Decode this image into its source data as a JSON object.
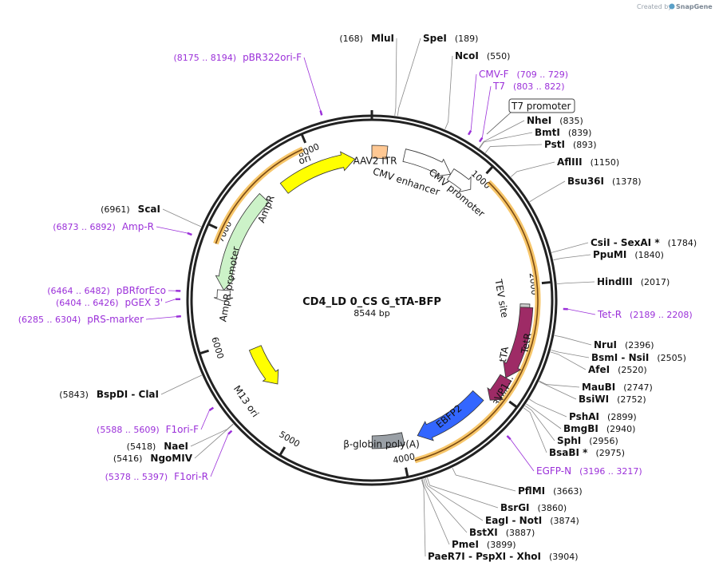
{
  "credit": {
    "prefix": "Created by",
    "brand": "SnapGene"
  },
  "plasmid": {
    "name": "CD4_LD 0_CS G_tTA-BFP",
    "length_label": "8544 bp"
  },
  "colors": {
    "primer": "#9b30d9",
    "backbone": "#222222",
    "tta_band": "#f2a900"
  },
  "ticks": [
    {
      "label": "1000"
    },
    {
      "label": "2000"
    },
    {
      "label": "3000"
    },
    {
      "label": "4000"
    },
    {
      "label": "5000"
    },
    {
      "label": "6000"
    },
    {
      "label": "7000"
    },
    {
      "label": "8000"
    }
  ],
  "features": [
    {
      "label": "ori",
      "color": "#ffff00"
    },
    {
      "label": "AAV2 ITR",
      "color": "#ffc893"
    },
    {
      "label": "CMV enhancer",
      "color": "#ffffff"
    },
    {
      "label": "CMV promoter",
      "color": "#ffffff"
    },
    {
      "label": "AmpR",
      "color": "#ccf2c8"
    },
    {
      "label": "AmpR promoter",
      "color": "#ffffff"
    },
    {
      "label": "TEV site",
      "color": "#cccccc"
    },
    {
      "label": "TetR",
      "color": "#9e2b66"
    },
    {
      "label": "VP1...",
      "color": "#9e2b66"
    },
    {
      "label": "tTA",
      "color": "#f2a900"
    },
    {
      "label": "EBFP2",
      "color": "#3366ff"
    },
    {
      "label": "β-globin poly(A)",
      "color": "#9aa0a6"
    },
    {
      "label": "M13 ori",
      "color": "#ffff00"
    }
  ],
  "sites": [
    {
      "name": "MluI",
      "pos": "(168)"
    },
    {
      "name": "SpeI",
      "pos": "(189)"
    },
    {
      "name": "NcoI",
      "pos": "(550)"
    },
    {
      "name": "NheI",
      "pos": "(835)"
    },
    {
      "name": "BmtI",
      "pos": "(839)"
    },
    {
      "name": "PstI",
      "pos": "(893)"
    },
    {
      "name": "AflIII",
      "pos": "(1150)"
    },
    {
      "name": "Bsu36I",
      "pos": "(1378)"
    },
    {
      "name": "CsiI  -  SexAI *",
      "pos": "(1784)"
    },
    {
      "name": "PpuMI",
      "pos": "(1840)"
    },
    {
      "name": "HindIII",
      "pos": "(2017)"
    },
    {
      "name": "NruI",
      "pos": "(2396)"
    },
    {
      "name": "BsmI  -  NsiI",
      "pos": "(2505)"
    },
    {
      "name": "AfeI",
      "pos": "(2520)"
    },
    {
      "name": "MauBI",
      "pos": "(2747)"
    },
    {
      "name": "BsiWI",
      "pos": "(2752)"
    },
    {
      "name": "PshAI",
      "pos": "(2899)"
    },
    {
      "name": "BmgBI",
      "pos": "(2940)"
    },
    {
      "name": "SphI",
      "pos": "(2956)"
    },
    {
      "name": "BsaBI *",
      "pos": "(2975)"
    },
    {
      "name": "PflMI",
      "pos": "(3663)"
    },
    {
      "name": "BsrGI",
      "pos": "(3860)"
    },
    {
      "name": "EagI  -  NotI",
      "pos": "(3874)"
    },
    {
      "name": "BstXI",
      "pos": "(3887)"
    },
    {
      "name": "PmeI",
      "pos": "(3899)"
    },
    {
      "name": "PaeR7I  -  PspXI  -  XhoI",
      "pos": "(3904)"
    },
    {
      "name": "BspDI  -  ClaI",
      "pos": "(5843)"
    },
    {
      "name": "NaeI",
      "pos": "(5418)"
    },
    {
      "name": "NgoMIV",
      "pos": "(5416)"
    },
    {
      "name": "ScaI",
      "pos": "(6961)"
    }
  ],
  "primers": [
    {
      "name": "pBR322ori-F",
      "range": "(8175 .. 8194)"
    },
    {
      "name": "CMV-F",
      "range": "(709 .. 729)"
    },
    {
      "name": "T7",
      "range": "(803 .. 822)"
    },
    {
      "name": "Tet-R",
      "range": "(2189 .. 2208)"
    },
    {
      "name": "EGFP-N",
      "range": "(3196 .. 3217)"
    },
    {
      "name": "F1ori-F",
      "range": "(5588 .. 5609)"
    },
    {
      "name": "F1ori-R",
      "range": "(5378 .. 5397)"
    },
    {
      "name": "Amp-R",
      "range": "(6873 .. 6892)"
    },
    {
      "name": "pBRforEco",
      "range": "(6464 .. 6482)"
    },
    {
      "name": "pGEX 3'",
      "range": "(6404 .. 6426)"
    },
    {
      "name": "pRS-marker",
      "range": "(6285 .. 6304)"
    }
  ],
  "t7_promoter_box": "T7 promoter"
}
